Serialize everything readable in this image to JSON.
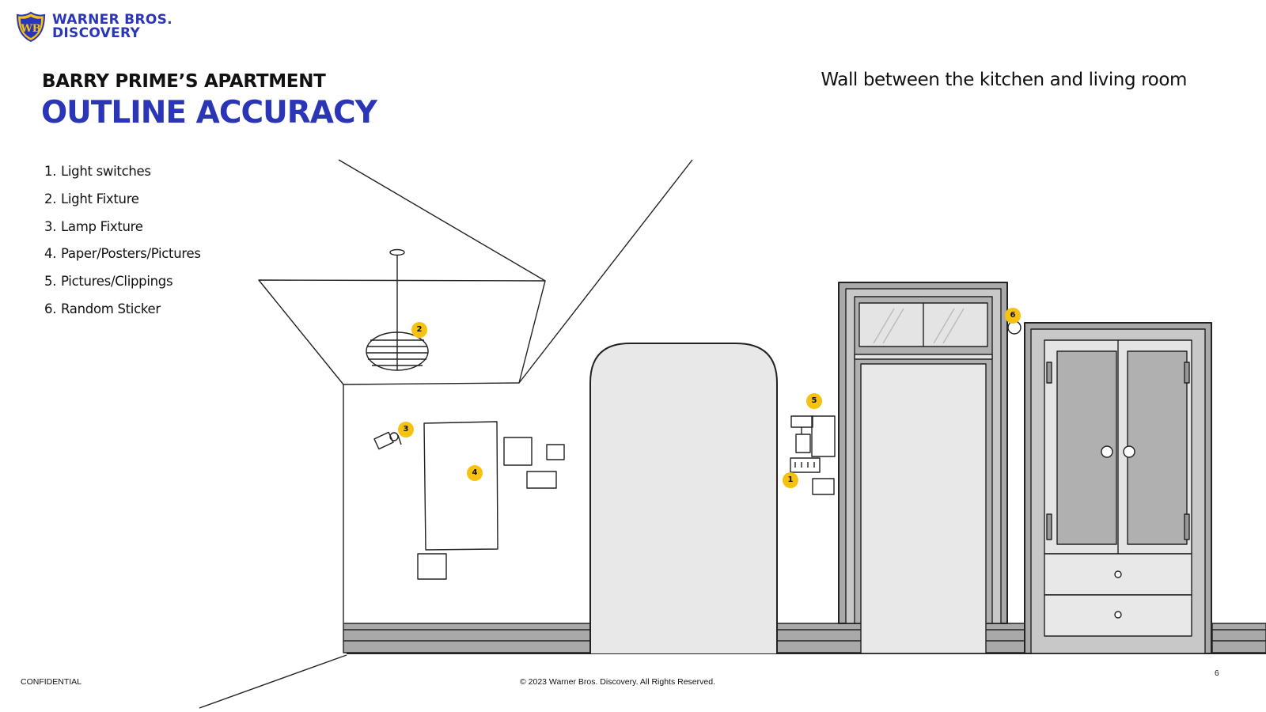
{
  "brand": {
    "line1": "WARNER BROS.",
    "line2": "DISCOVERY",
    "logo_color": "#2a35b8",
    "shield_color": "#f5c211"
  },
  "header": {
    "subtitle": "BARRY PRIME’S APARTMENT",
    "title": "OUTLINE ACCURACY",
    "caption": "Wall between the kitchen and living room"
  },
  "legend": [
    {
      "num": "1.",
      "label": "Light switches"
    },
    {
      "num": "2.",
      "label": "Light Fixture"
    },
    {
      "num": "3.",
      "label": "Lamp Fixture"
    },
    {
      "num": "4.",
      "label": "Paper/Posters/Pictures"
    },
    {
      "num": "5.",
      "label": "Pictures/Clippings"
    },
    {
      "num": "6.",
      "label": "Random Sticker"
    }
  ],
  "markers": [
    "1",
    "2",
    "3",
    "4",
    "5",
    "6"
  ],
  "marker_color": "#f5c211",
  "footer": {
    "left": "CONFIDENTIAL",
    "center": "© 2023  Warner Bros. Discovery. All Rights Reserved.",
    "page": "6"
  }
}
